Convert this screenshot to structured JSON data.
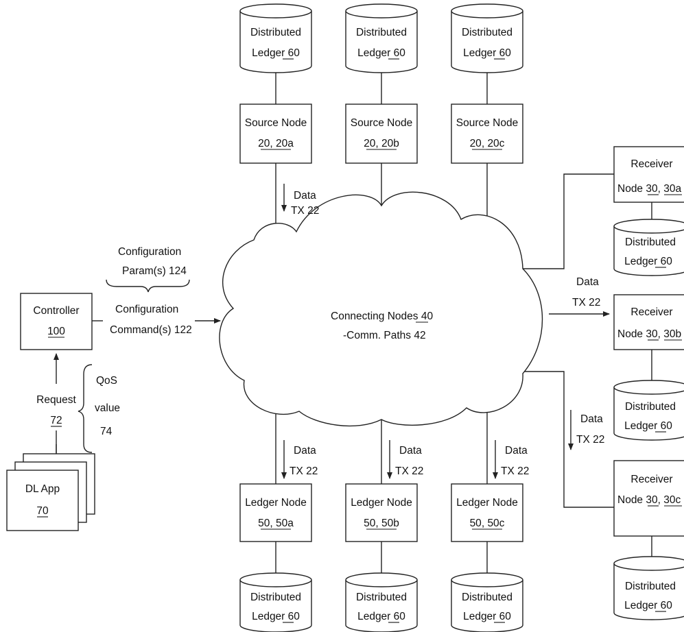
{
  "cloud": {
    "line1": "Connecting Nodes",
    "line1_ref": "40",
    "line2": "-Comm. Paths 42"
  },
  "ledger": {
    "line1": "Distributed",
    "line2": "Ledger",
    "ref": "60"
  },
  "source_nodes": [
    {
      "title": "Source Node",
      "ref1": "20",
      "ref2": "20a"
    },
    {
      "title": "Source Node",
      "ref1": "20",
      "ref2": "20b"
    },
    {
      "title": "Source Node",
      "ref1": "20",
      "ref2": "20c"
    }
  ],
  "ledger_nodes": [
    {
      "title": "Ledger Node",
      "ref1": "50",
      "ref2": "50a"
    },
    {
      "title": "Ledger Node",
      "ref1": "50",
      "ref2": "50b"
    },
    {
      "title": "Ledger Node",
      "ref1": "50",
      "ref2": "50c"
    }
  ],
  "receiver_nodes": [
    {
      "title": "Receiver",
      "prefix": "Node",
      "ref1": "30",
      "ref2": "30a"
    },
    {
      "title": "Receiver",
      "prefix": "Node",
      "ref1": "30",
      "ref2": "30b"
    },
    {
      "title": "Receiver",
      "prefix": "Node",
      "ref1": "30",
      "ref2": "30c"
    }
  ],
  "data_tx": {
    "line1": "Data",
    "line2": "TX 22"
  },
  "controller": {
    "title": "Controller",
    "ref": "100"
  },
  "config": {
    "param_line1": "Configuration",
    "param_line2": "Param(s) 124",
    "cmd_line1": "Configuration",
    "cmd_line2": "Command(s) 122"
  },
  "request": {
    "title": "Request",
    "ref": "72"
  },
  "qos": {
    "line1": "QoS",
    "line2": "value",
    "line3": "74"
  },
  "dl_app": {
    "title": "DL App",
    "ref": "70"
  }
}
